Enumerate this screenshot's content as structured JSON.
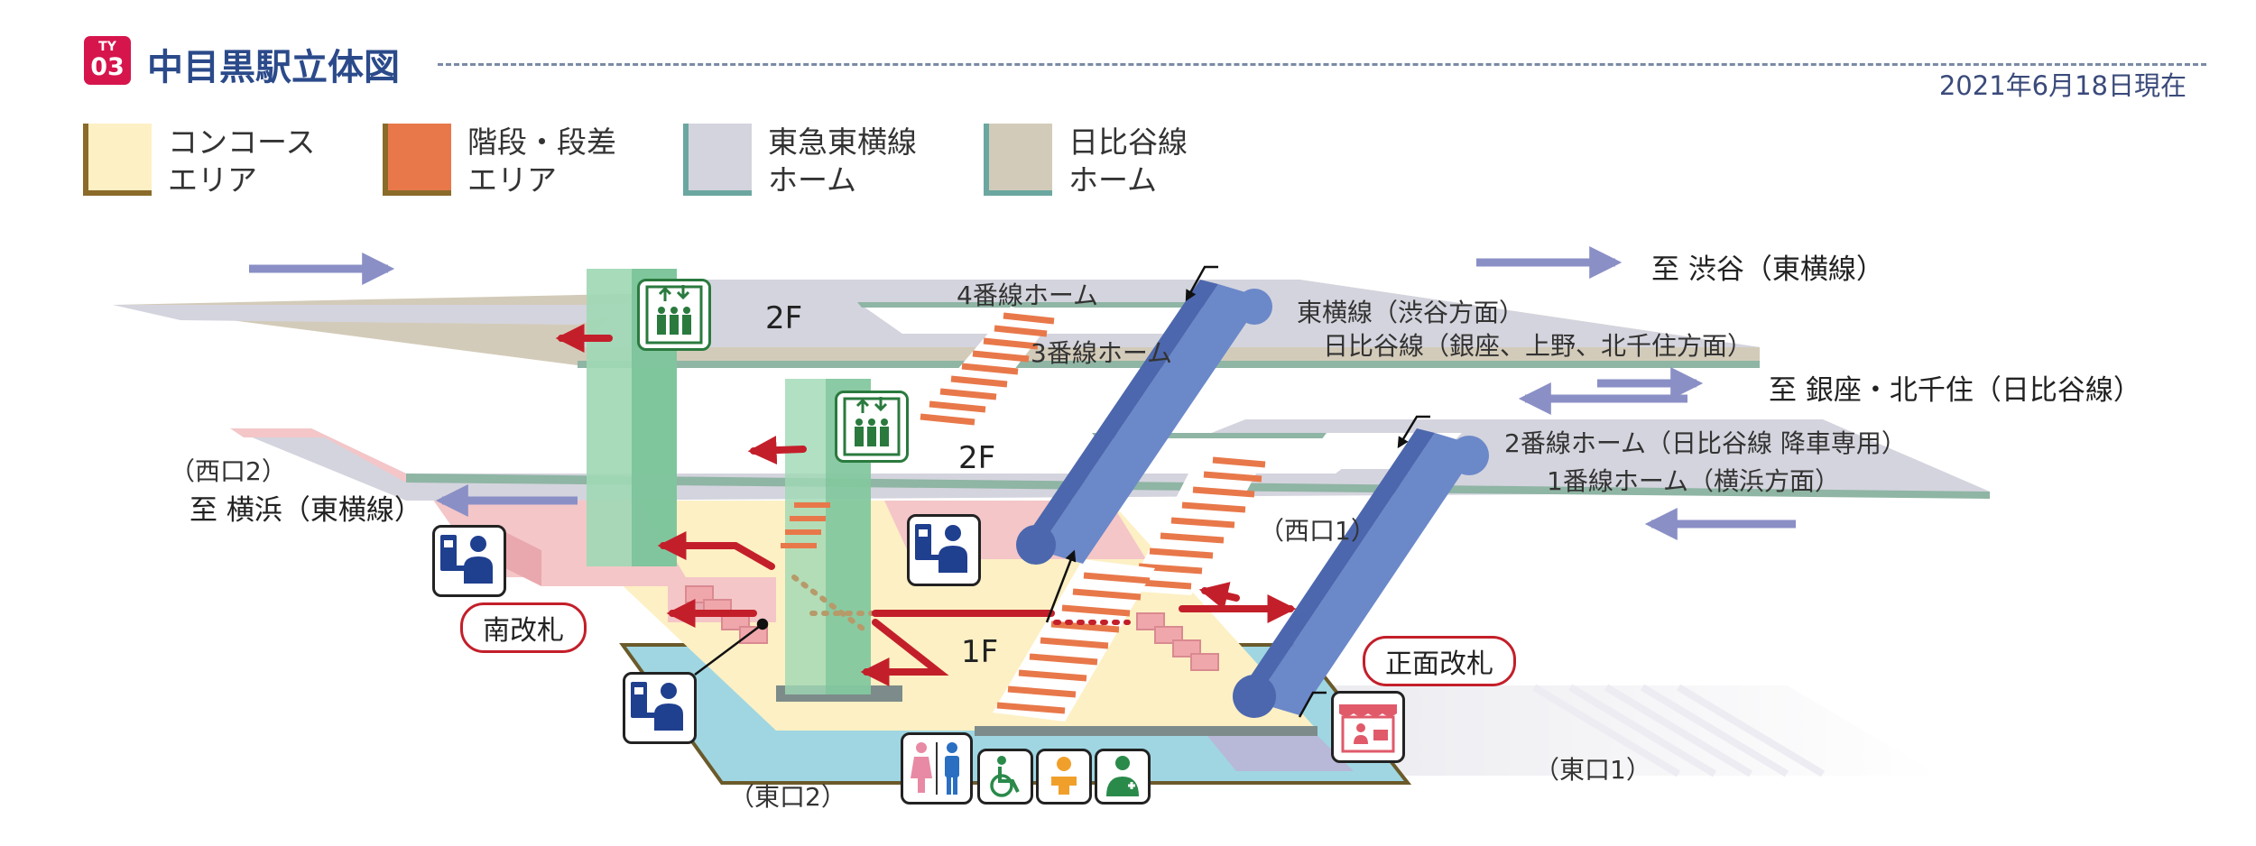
{
  "header": {
    "line_code": "TY",
    "line_number": "03",
    "title": "中目黒駅立体図",
    "date_note": "2021年6月18日現在",
    "badge_color": "#d6154d"
  },
  "legend": [
    {
      "line1": "コンコース",
      "line2": "エリア",
      "color": "#fdf0c4"
    },
    {
      "line1": "階段・段差",
      "line2": "エリア",
      "color": "#e8784a"
    },
    {
      "line1": "東急東横線",
      "line2": "ホーム",
      "color": "#d4d4de"
    },
    {
      "line1": "日比谷線",
      "line2": "ホーム",
      "color": "#d3cbb9"
    }
  ],
  "diagram": {
    "upper_floor": "2F",
    "lower_level_floor": "2F",
    "ground_floor": "1F",
    "platform_4": "4番線ホーム",
    "platform_3": "3番線ホーム",
    "platform_2": "2番線ホーム（日比谷線 降車専用）",
    "platform_1": "1番線ホーム（横浜方面）",
    "dir_toyoko": "東横線（渋谷方面）",
    "dir_hibiya": "日比谷線（銀座、上野、北千住方面）",
    "to_shibuya": "至 渋谷（東横線）",
    "to_ginza": "至 銀座・北千住（日比谷線）",
    "to_yokohama": "至 横浜（東横線）",
    "west_exit_2": "（西口2）",
    "west_exit_1": "（西口1）",
    "east_exit_2": "（東口2）",
    "east_exit_1": "（東口1）",
    "south_gate": "南改札",
    "main_gate": "正面改札"
  },
  "icons": [
    "elevator-icon",
    "elevator-icon",
    "ticket-office-icon",
    "ticket-office-icon",
    "ticket-office-icon",
    "shop-icon",
    "restroom-icon",
    "wheelchair-icon",
    "baby-care-icon",
    "first-aid-icon"
  ],
  "colors": {
    "concourse": "#fdf0c4",
    "stairs": "#e8784a",
    "toyoko_platform": "#d4d4de",
    "hibiya_platform": "#d3cbb9",
    "route_arrow": "#c31f2a",
    "escalator": "#5a74b8",
    "elevator_shaft": "#8fcfa9",
    "title_text": "#2b4a8a"
  }
}
